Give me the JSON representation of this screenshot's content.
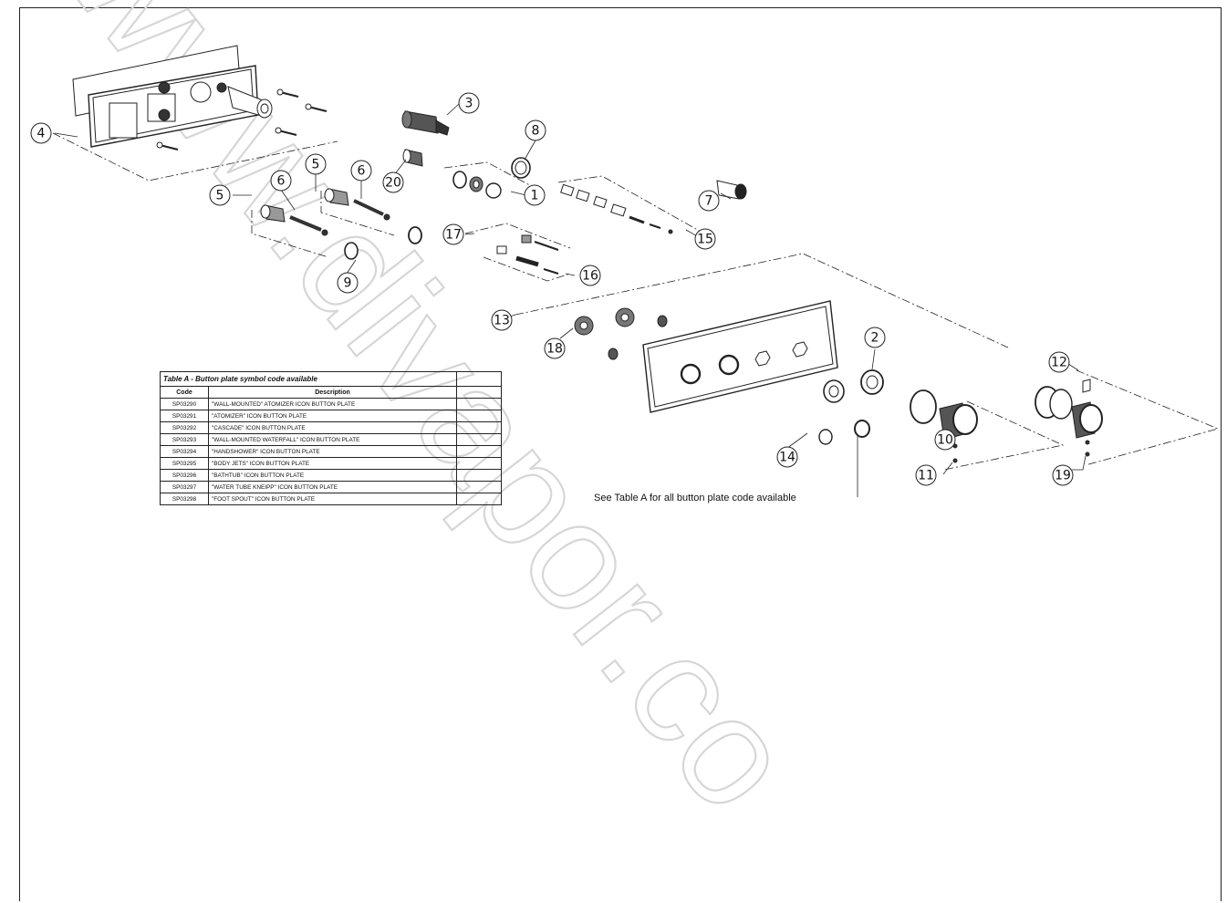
{
  "watermark": "www.divapor.co",
  "callouts": [
    "1",
    "2",
    "3",
    "4",
    "5",
    "5",
    "6",
    "6",
    "7",
    "8",
    "9",
    "10",
    "11",
    "12",
    "13",
    "14",
    "15",
    "16",
    "17",
    "18",
    "19",
    "20"
  ],
  "table": {
    "title": "Table A - Button plate symbol code available",
    "headers": [
      "Code",
      "Description",
      ""
    ],
    "rows": [
      [
        "SP03290",
        "\"WALL-MOUNTED\" ATOMIZER ICON BUTTON PLATE",
        ""
      ],
      [
        "SP03291",
        "\"ATOMIZER\" ICON BUTTON PLATE",
        ""
      ],
      [
        "SP03292",
        "\"CASCADE\" ICON BUTTON PLATE",
        ""
      ],
      [
        "SP03293",
        "\"WALL-MOUNTED WATERFALL\" ICON BUTTON PLATE",
        ""
      ],
      [
        "SP03294",
        "\"HANDSHOWER\" ICON BUTTON PLATE",
        ""
      ],
      [
        "SP03295",
        "\"BODY JETS\" ICON BUTTON PLATE",
        ""
      ],
      [
        "SP03296",
        "\"BATHTUB\" ICON BUTTON PLATE",
        ""
      ],
      [
        "SP03297",
        "\"WATER TUBE KNEIPP\" ICON BUTTON PLATE",
        ""
      ],
      [
        "SP03298",
        "\"FOOT SPOUT\" ICON BUTTON PLATE",
        ""
      ]
    ]
  },
  "note": "See Table A for all button plate code available",
  "colors": {
    "line": "#222222",
    "part_fill": "#ffffff",
    "dark": "#333333",
    "watermark": "#d6d6d6"
  }
}
